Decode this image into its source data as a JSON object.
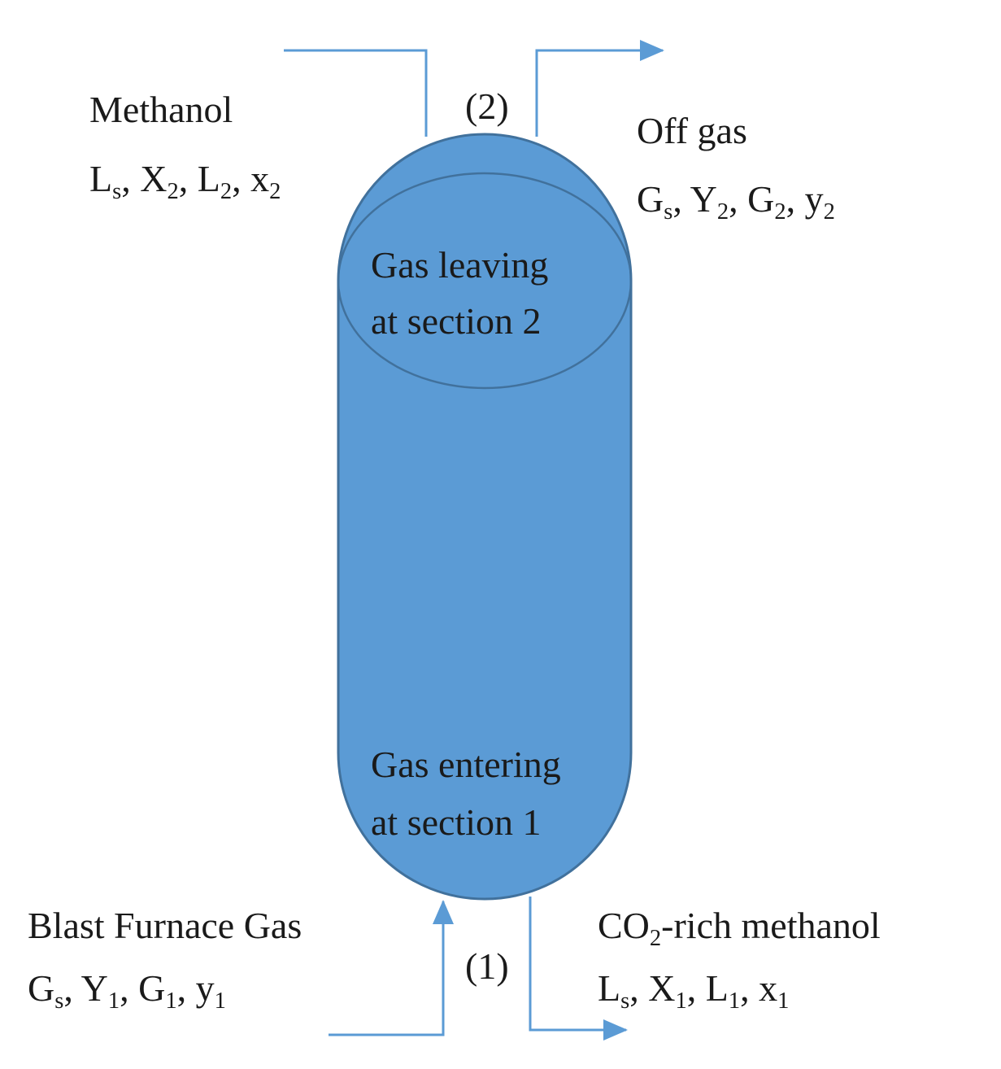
{
  "colors": {
    "vessel_fill": "#5b9bd5",
    "vessel_stroke": "#41719c",
    "stream_line": "#5b9bd5",
    "text": "#1a1a1a"
  },
  "streams": {
    "methanol_in": {
      "name": "Methanol",
      "vars": [
        {
          "base": "L",
          "sub": "s"
        },
        {
          "base": "X",
          "sub": "2"
        },
        {
          "base": "L",
          "sub": "2"
        },
        {
          "base": "x",
          "sub": "2"
        }
      ]
    },
    "off_gas": {
      "name": "Off gas",
      "vars": [
        {
          "base": "G",
          "sub": "s"
        },
        {
          "base": "Y",
          "sub": "2"
        },
        {
          "base": "G",
          "sub": "2"
        },
        {
          "base": "y",
          "sub": "2"
        }
      ]
    },
    "blast_furnace_gas": {
      "name": "Blast Furnace Gas",
      "vars": [
        {
          "base": "G",
          "sub": "s"
        },
        {
          "base": "Y",
          "sub": "1"
        },
        {
          "base": "G",
          "sub": "1"
        },
        {
          "base": "y",
          "sub": "1"
        }
      ]
    },
    "co2_rich_methanol": {
      "name_parts": {
        "pre": "CO",
        "sub": "2",
        "post": "-rich methanol"
      },
      "vars": [
        {
          "base": "L",
          "sub": "s"
        },
        {
          "base": "X",
          "sub": "1"
        },
        {
          "base": "L",
          "sub": "1"
        },
        {
          "base": "x",
          "sub": "1"
        }
      ]
    }
  },
  "sections": {
    "top_marker": "(2)",
    "bottom_marker": "(1)",
    "top_label": [
      "Gas leaving",
      "at section 2"
    ],
    "bottom_label": [
      "Gas entering",
      "at section 1"
    ]
  }
}
